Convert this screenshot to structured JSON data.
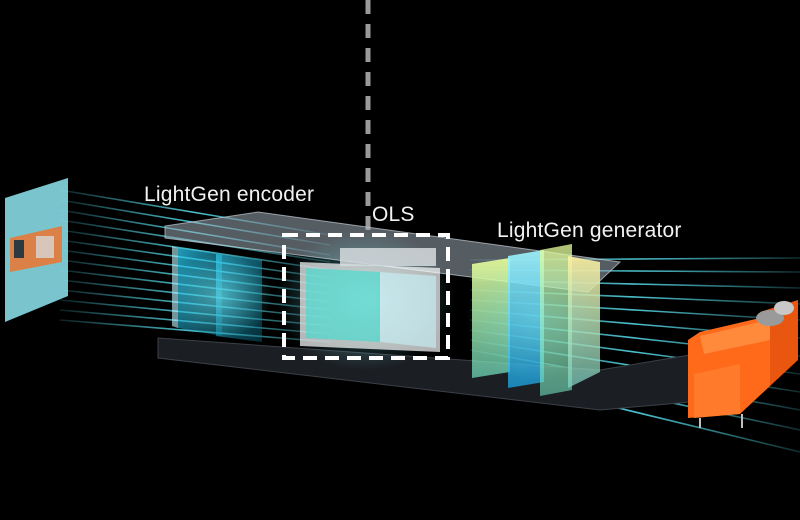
{
  "labels": {
    "encoder": "LightGen encoder",
    "ols": "OLS",
    "generator": "LightGen generator"
  },
  "colors": {
    "background": "#000000",
    "beam": "#5ff0ff",
    "encoder_plate": "#4fe8ff",
    "generator_plate_left": "#c9f27a",
    "generator_plate_mid": "#3fe0ff",
    "generator_plate_right": "#ffe27a",
    "ols_box": "#ffffff",
    "sofa": "#ff6a1a"
  },
  "icons": {
    "input_image": "input-image-panel-icon",
    "output_object": "sofa-icon"
  }
}
